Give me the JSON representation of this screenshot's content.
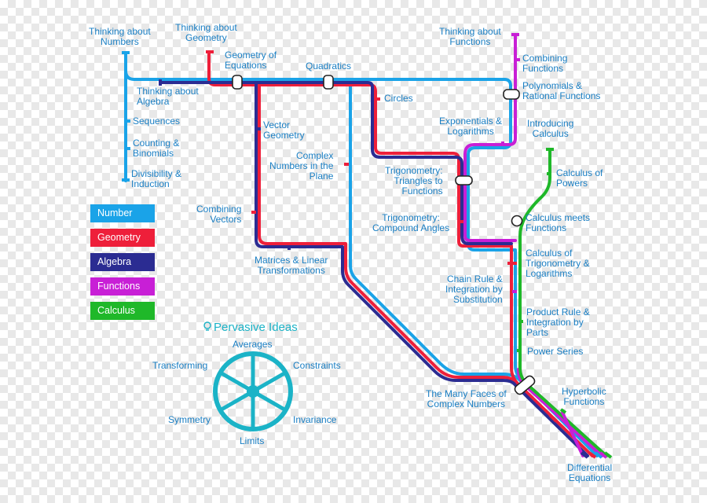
{
  "colors": {
    "number": "#1aa3e8",
    "geometry": "#ee1f3a",
    "algebra": "#2b2c92",
    "functions": "#c81fd6",
    "calculus": "#1fb829",
    "label": "#1a7fc4",
    "wheel": "#1bb3c7"
  },
  "stations": {
    "thinking_numbers": "Thinking about\nNumbers",
    "thinking_geometry": "Thinking about\nGeometry",
    "geometry_equations": "Geometry of\nEquations",
    "quadratics": "Quadratics",
    "thinking_algebra": "Thinking about\nAlgebra",
    "sequences": "Sequences",
    "counting_binomials": "Counting &\nBinomials",
    "divisibility": "Divisibility &\nInduction",
    "vector_geometry": "Vector\nGeometry",
    "complex_numbers_plane": "Complex\nNumbers in the\nPlane",
    "circles": "Circles",
    "combining_vectors": "Combining\nVectors",
    "matrices": "Matrices & Linear\nTransformations",
    "thinking_functions": "Thinking about\nFunctions",
    "combining_functions": "Combining\nFunctions",
    "polynomials_rational": "Polynomials &\nRational Functions",
    "exponentials_logs": "Exponentials &\nLogarithms",
    "introducing_calculus": "Introducing\nCalculus",
    "trig_triangles": "Trigonometry:\nTriangles to\nFunctions",
    "calculus_powers": "Calculus of\nPowers",
    "trig_compound": "Trigonometry:\nCompound Angles",
    "calculus_meets_functions": "Calculus meets\nFunctions",
    "calculus_trig_logs": "Calculus of\nTrigonometry &\nLogarithms",
    "chain_rule": "Chain Rule &\nIntegration by\nSubstitution",
    "product_rule": "Product Rule &\nIntegration by\nParts",
    "power_series": "Power Series",
    "many_faces_complex": "The Many Faces of\nComplex Numbers",
    "hyperbolic_functions": "Hyperbolic\nFunctions",
    "differential_equations": "Differential\nEquations"
  },
  "legend": [
    {
      "label": "Number",
      "color": "#1aa3e8"
    },
    {
      "label": "Geometry",
      "color": "#ee1f3a"
    },
    {
      "label": "Algebra",
      "color": "#2b2c92"
    },
    {
      "label": "Functions",
      "color": "#c81fd6"
    },
    {
      "label": "Calculus",
      "color": "#1fb829"
    }
  ],
  "pervasive": {
    "title": "Pervasive Ideas",
    "averages": "Averages",
    "transforming": "Transforming",
    "constraints": "Constraints",
    "symmetry": "Symmetry",
    "invariance": "Invariance",
    "limits": "Limits"
  }
}
